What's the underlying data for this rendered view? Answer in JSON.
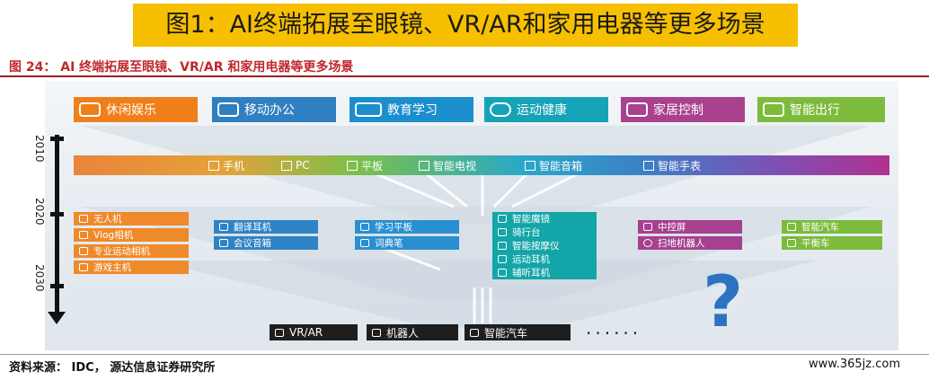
{
  "banner": "图1：AI终端拓展至眼镜、VR/AR和家用电器等更多场景",
  "figure_title": "图 24： AI 终端拓展至眼镜、VR/AR 和家用电器等更多场景",
  "categories": [
    {
      "label": "休闲娱乐",
      "icon": "gamepad-icon",
      "color": "#ef7f1a"
    },
    {
      "label": "移动办公",
      "icon": "laptop-icon",
      "color": "#2f7fc1"
    },
    {
      "label": "教育学习",
      "icon": "formula-board-icon",
      "color": "#1b8fce"
    },
    {
      "label": "运动健康",
      "icon": "fitness-band-icon",
      "color": "#16a3b8"
    },
    {
      "label": "家居控制",
      "icon": "smart-home-icon",
      "color": "#a9418f"
    },
    {
      "label": "智能出行",
      "icon": "car-icon",
      "color": "#7cbb3c"
    }
  ],
  "years": [
    "2010",
    "2020",
    "2030"
  ],
  "devices_2010": [
    "手机",
    "PC",
    "平板",
    "智能电视",
    "智能音箱",
    "智能手表"
  ],
  "groups": {
    "entertainment": [
      "无人机",
      "Vlog相机",
      "专业运动相机",
      "游戏主机"
    ],
    "office": [
      "翻译耳机",
      "会议音箱"
    ],
    "education": [
      "学习平板",
      "词典笔"
    ],
    "health": [
      "智能魔镜",
      "骑行台",
      "智能按摩仪",
      "运动耳机",
      "辅听耳机"
    ],
    "home": [
      "中控屏",
      "扫地机器人"
    ],
    "travel": [
      "智能汽车",
      "平衡车"
    ]
  },
  "future": [
    "VR/AR",
    "机器人",
    "智能汽车"
  ],
  "future_more": "......",
  "question_mark": "?",
  "source": "资料来源： IDC， 源达信息证券研究所",
  "watermark": "www.365jz.com"
}
